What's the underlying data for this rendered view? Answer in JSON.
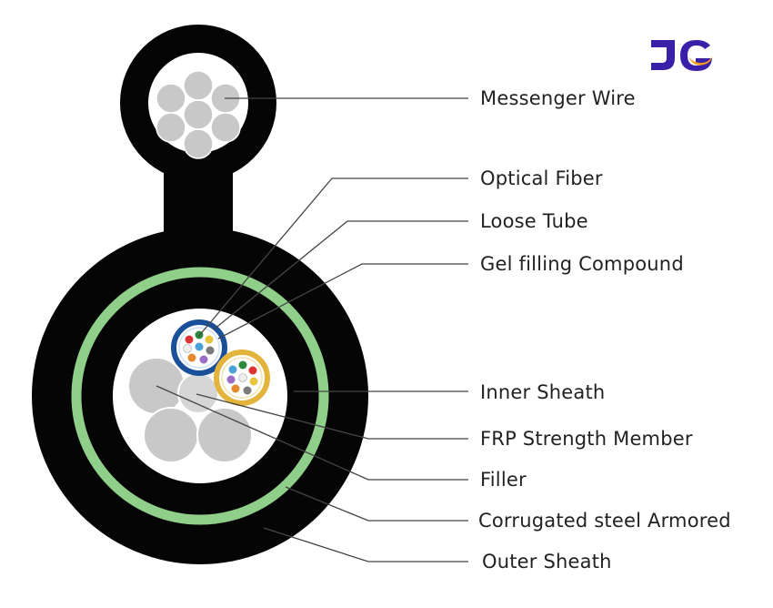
{
  "logo": {
    "alt": "JG",
    "colors": {
      "primary": "#3a1fa8",
      "accent": "#f39a1e"
    }
  },
  "labels": [
    {
      "id": "messenger-wire",
      "text": "Messenger Wire"
    },
    {
      "id": "optical-fiber",
      "text": "Optical Fiber"
    },
    {
      "id": "loose-tube",
      "text": "Loose Tube"
    },
    {
      "id": "gel-filling-compound",
      "text": "Gel filling Compound"
    },
    {
      "id": "inner-sheath",
      "text": "Inner Sheath"
    },
    {
      "id": "frp-strength-member",
      "text": "FRP Strength Member"
    },
    {
      "id": "filler",
      "text": "Filler"
    },
    {
      "id": "corrugated-steel-armored",
      "text": "Corrugated steel Armored"
    },
    {
      "id": "outer-sheath",
      "text": "Outer Sheath"
    }
  ],
  "colors": {
    "sheath": "#050505",
    "armor": "#8fcf8a",
    "core": "#ffffff",
    "strand": "#c8c8c8",
    "tube_blue": "#1a4f9a",
    "tube_gold": "#e2b43c",
    "leader": "#444444"
  }
}
